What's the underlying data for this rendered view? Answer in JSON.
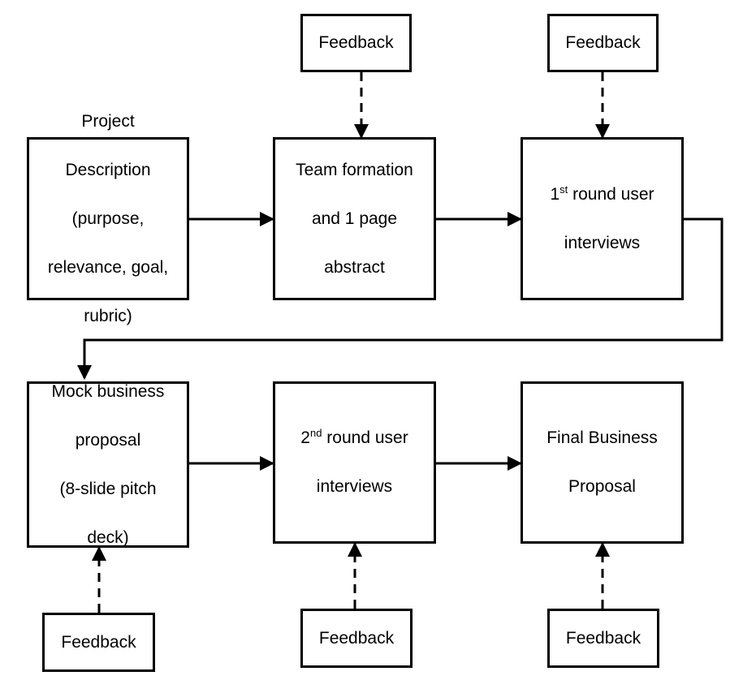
{
  "steps": {
    "project_description": {
      "lines": [
        "Project",
        "Description",
        "(purpose,",
        "relevance, goal,",
        "rubric)"
      ]
    },
    "team_formation": {
      "lines": [
        "Team formation",
        "and 1 page",
        "abstract"
      ]
    },
    "first_round": {
      "prefix": "1",
      "sup": "st",
      "suffix": " round user",
      "line2": "interviews"
    },
    "mock_proposal": {
      "lines": [
        "Mock business",
        "proposal",
        "(8-slide pitch",
        "deck)"
      ]
    },
    "second_round": {
      "prefix": "2",
      "sup": "nd",
      "suffix": " round user",
      "line2": "interviews"
    },
    "final_proposal": {
      "lines": [
        "Final Business",
        "Proposal"
      ]
    }
  },
  "feedback": {
    "team_formation": "Feedback",
    "first_round": "Feedback",
    "mock_proposal": "Feedback",
    "second_round": "Feedback",
    "final_proposal": "Feedback"
  }
}
